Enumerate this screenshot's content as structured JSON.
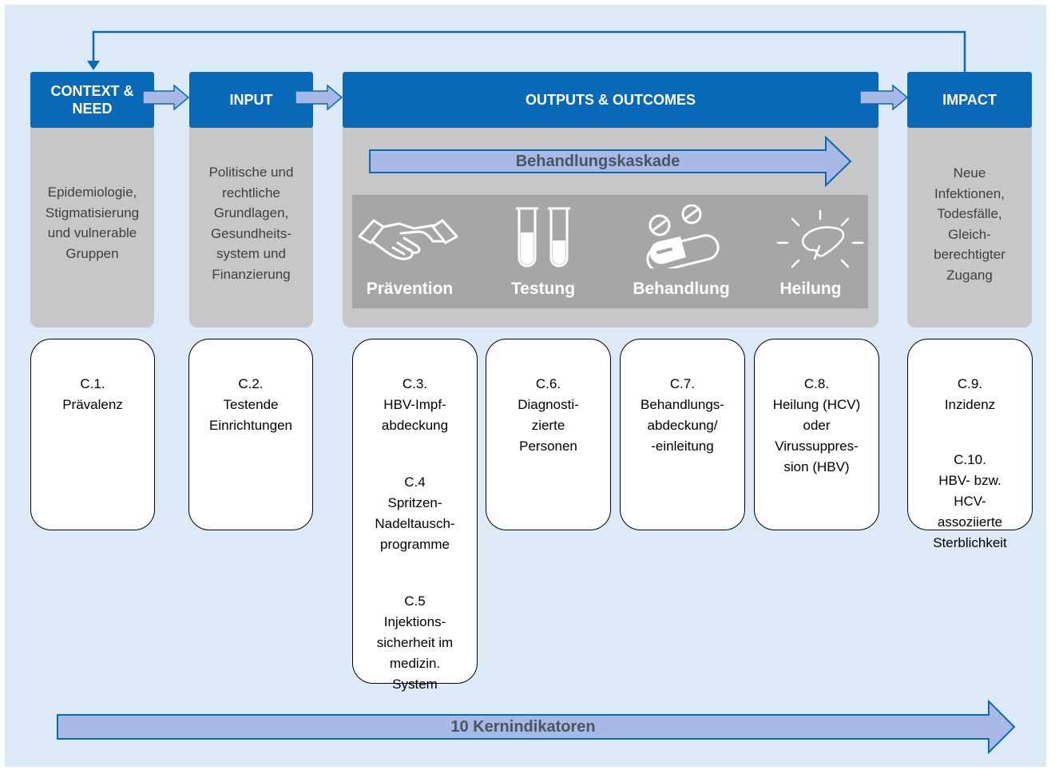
{
  "columns": {
    "context": {
      "header": "CONTEXT &\nNEED",
      "body": "Epidemiologie,\nStigmatisierung\nund vulnerable\nGruppen"
    },
    "input": {
      "header": "INPUT",
      "body": "Politische und\nrechtliche\nGrundlagen,\nGesundheits-\nsystem und\nFinanzierung"
    },
    "outputs": {
      "header": "OUTPUTS & OUTCOMES",
      "cascade_title": "Behandlungskaskade",
      "stages": [
        "Prävention",
        "Testung",
        "Behandlung",
        "Heilung"
      ]
    },
    "impact": {
      "header": "IMPACT",
      "body": "Neue\nInfektionen,\nTodesfälle,\nGleich-\nberechtigter\nZugang"
    }
  },
  "indicators": {
    "c1": "C.1.\nPrävalenz",
    "c2": "C.2.\nTestende\nEinrichtungen",
    "c3": "C.3.\nHBV-Impf-\nabdeckung",
    "c4": "C.4\nSpritzen-\nNadeltausch-\nprogramme",
    "c5": "C.5\nInjektions-\nsicherheit im\nmedizin.\nSystem",
    "c6": "C.6.\nDiagnosti-\nzierte\nPersonen",
    "c7": "C.7.\nBehandlungs-\nabdeckung/\n-einleitung",
    "c8": "C.8.\nHeilung (HCV)\noder\nVirussuppres-\nsion (HBV)",
    "c9": "C.9.\nInzidenz",
    "c10": "C.10.\nHBV- bzw.\nHCV-\nassoziierte\nSterblichkeit"
  },
  "footer_arrow": "10 Kernindikatoren",
  "icons": [
    "handshake-icon",
    "test-tubes-icon",
    "pills-capsule-icon",
    "liver-icon"
  ],
  "colors": {
    "header_blue": "#0a69b7",
    "background": "#dce9f6",
    "column_gray": "#c7c7c7",
    "cascade_gray": "#a6a6a6",
    "arrow_fill": "#a8b9e6",
    "text_gray": "#404040"
  }
}
